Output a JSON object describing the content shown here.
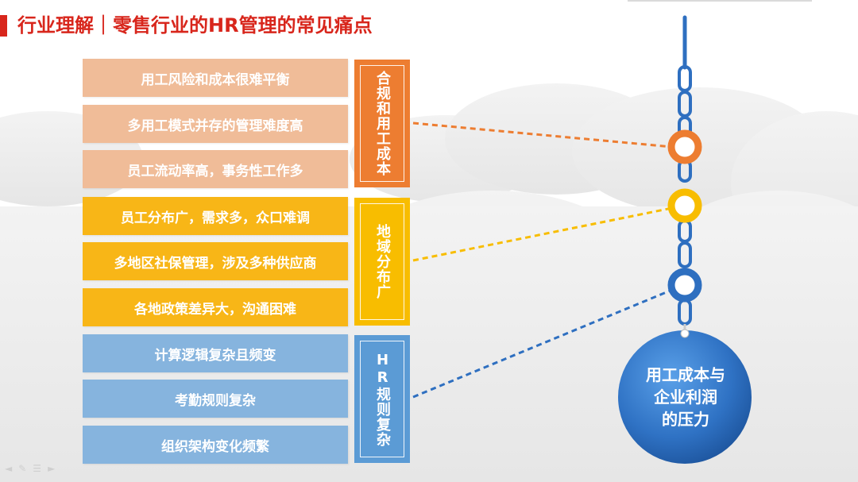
{
  "title": "行业理解｜零售行业的HR管理的常见痛点",
  "groups": [
    {
      "category": "合规和用工成本",
      "items": [
        "用工风险和成本很难平衡",
        "多用工模式并存的管理难度高",
        "员工流动率高，事务性工作多"
      ]
    },
    {
      "category": "地域分布广",
      "items": [
        "员工分布广，需求多，众口难调",
        "多地区社保管理，涉及多种供应商",
        "各地政策差异大，沟通困难"
      ]
    },
    {
      "category": "HR规则复杂",
      "items": [
        "计算逻辑复杂且频变",
        "考勤规则复杂",
        "组织架构变化频繁"
      ]
    }
  ],
  "weight": {
    "line1": "用工成本与",
    "line2": "企业利润",
    "line3": "的压力"
  },
  "colors": {
    "title_red": "#d8261c",
    "orange": "#ed7d31",
    "orange_light": "#f0bc98",
    "yellow": "#f8bd00",
    "blue": "#5b9bd5",
    "blue_light": "#86b4de",
    "chain_blue": "#2e6fc0",
    "ball_blue": "#1f5fa8"
  },
  "nav_icons": [
    "back-arrow-icon",
    "pen-icon",
    "menu-icon",
    "forward-arrow-icon"
  ]
}
